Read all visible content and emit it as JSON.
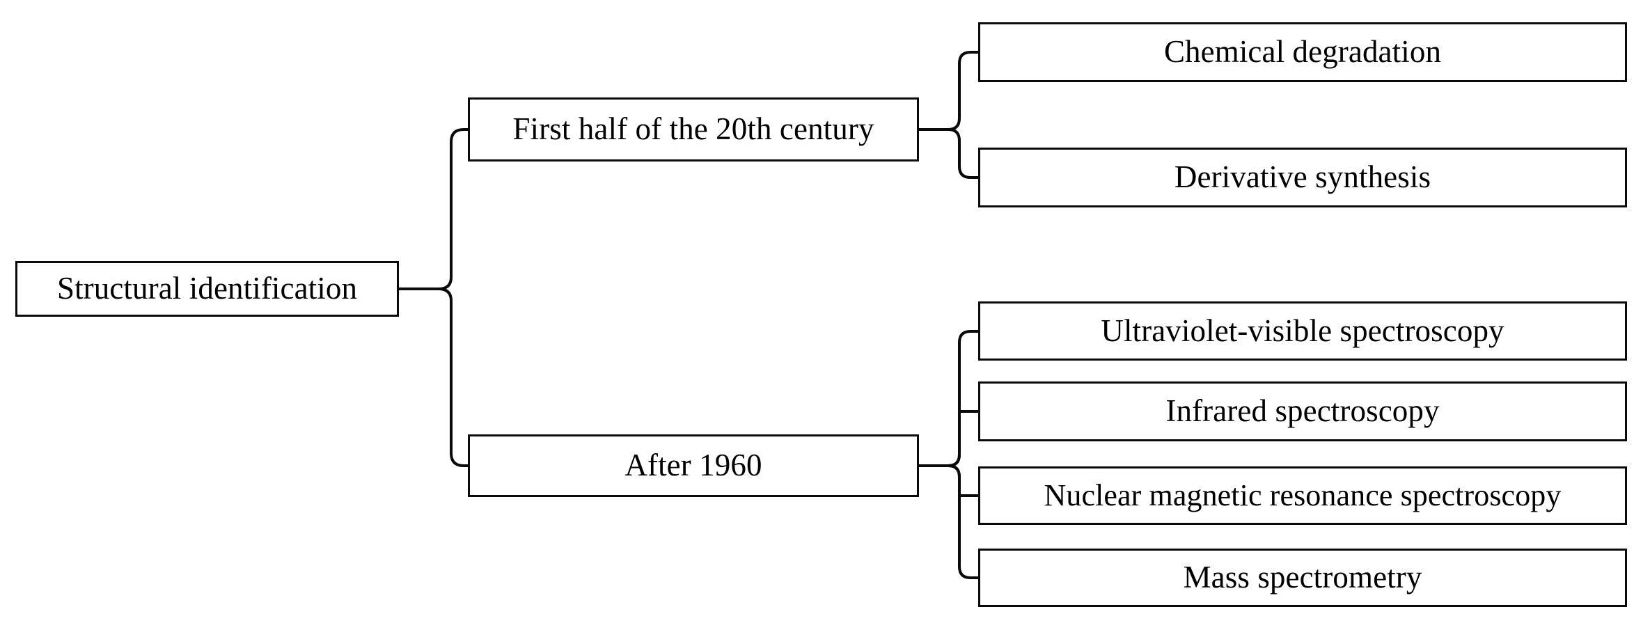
{
  "diagram": {
    "type": "horizontal-tree",
    "orientation": "left-to-right",
    "title": "Structural identification",
    "background_color": "#ffffff",
    "line_color": "#0a0a0a",
    "text_color": "#000000",
    "connector_style": "curly-brace",
    "root": {
      "id": "root",
      "label": "Structural identification"
    },
    "levels": [
      {
        "level": 1,
        "nodes": [
          {
            "id": "root",
            "label": "Structural identification"
          }
        ]
      },
      {
        "level": 2,
        "nodes": [
          {
            "id": "era-first-half",
            "label": "First half of the 20th century",
            "parent": "root"
          },
          {
            "id": "era-after-1960",
            "label": "After 1960",
            "parent": "root"
          }
        ]
      },
      {
        "level": 3,
        "nodes": [
          {
            "id": "chemical-degradation",
            "label": "Chemical degradation",
            "parent": "era-first-half"
          },
          {
            "id": "derivative-synthesis",
            "label": "Derivative synthesis",
            "parent": "era-first-half"
          },
          {
            "id": "uv-vis-spectroscopy",
            "label": "Ultraviolet-visible spectroscopy",
            "parent": "era-after-1960"
          },
          {
            "id": "infrared-spectroscopy",
            "label": "Infrared spectroscopy",
            "parent": "era-after-1960"
          },
          {
            "id": "nmr-spectroscopy",
            "label": "Nuclear magnetic resonance spectroscopy",
            "parent": "era-after-1960"
          },
          {
            "id": "mass-spectrometry",
            "label": "Mass spectrometry",
            "parent": "era-after-1960"
          }
        ]
      }
    ],
    "nodes": {
      "root": {
        "label": "Structural identification"
      },
      "era_first_half": {
        "label": "First half of the 20th century"
      },
      "era_after_1960": {
        "label": "After 1960"
      },
      "chemical_degradation": {
        "label": "Chemical degradation"
      },
      "derivative_synthesis": {
        "label": "Derivative synthesis"
      },
      "uv_vis_spectroscopy": {
        "label": "Ultraviolet-visible spectroscopy"
      },
      "infrared_spectroscopy": {
        "label": "Infrared spectroscopy"
      },
      "nmr_spectroscopy": {
        "label": "Nuclear magnetic resonance spectroscopy"
      },
      "mass_spectrometry": {
        "label": "Mass spectrometry"
      }
    }
  }
}
